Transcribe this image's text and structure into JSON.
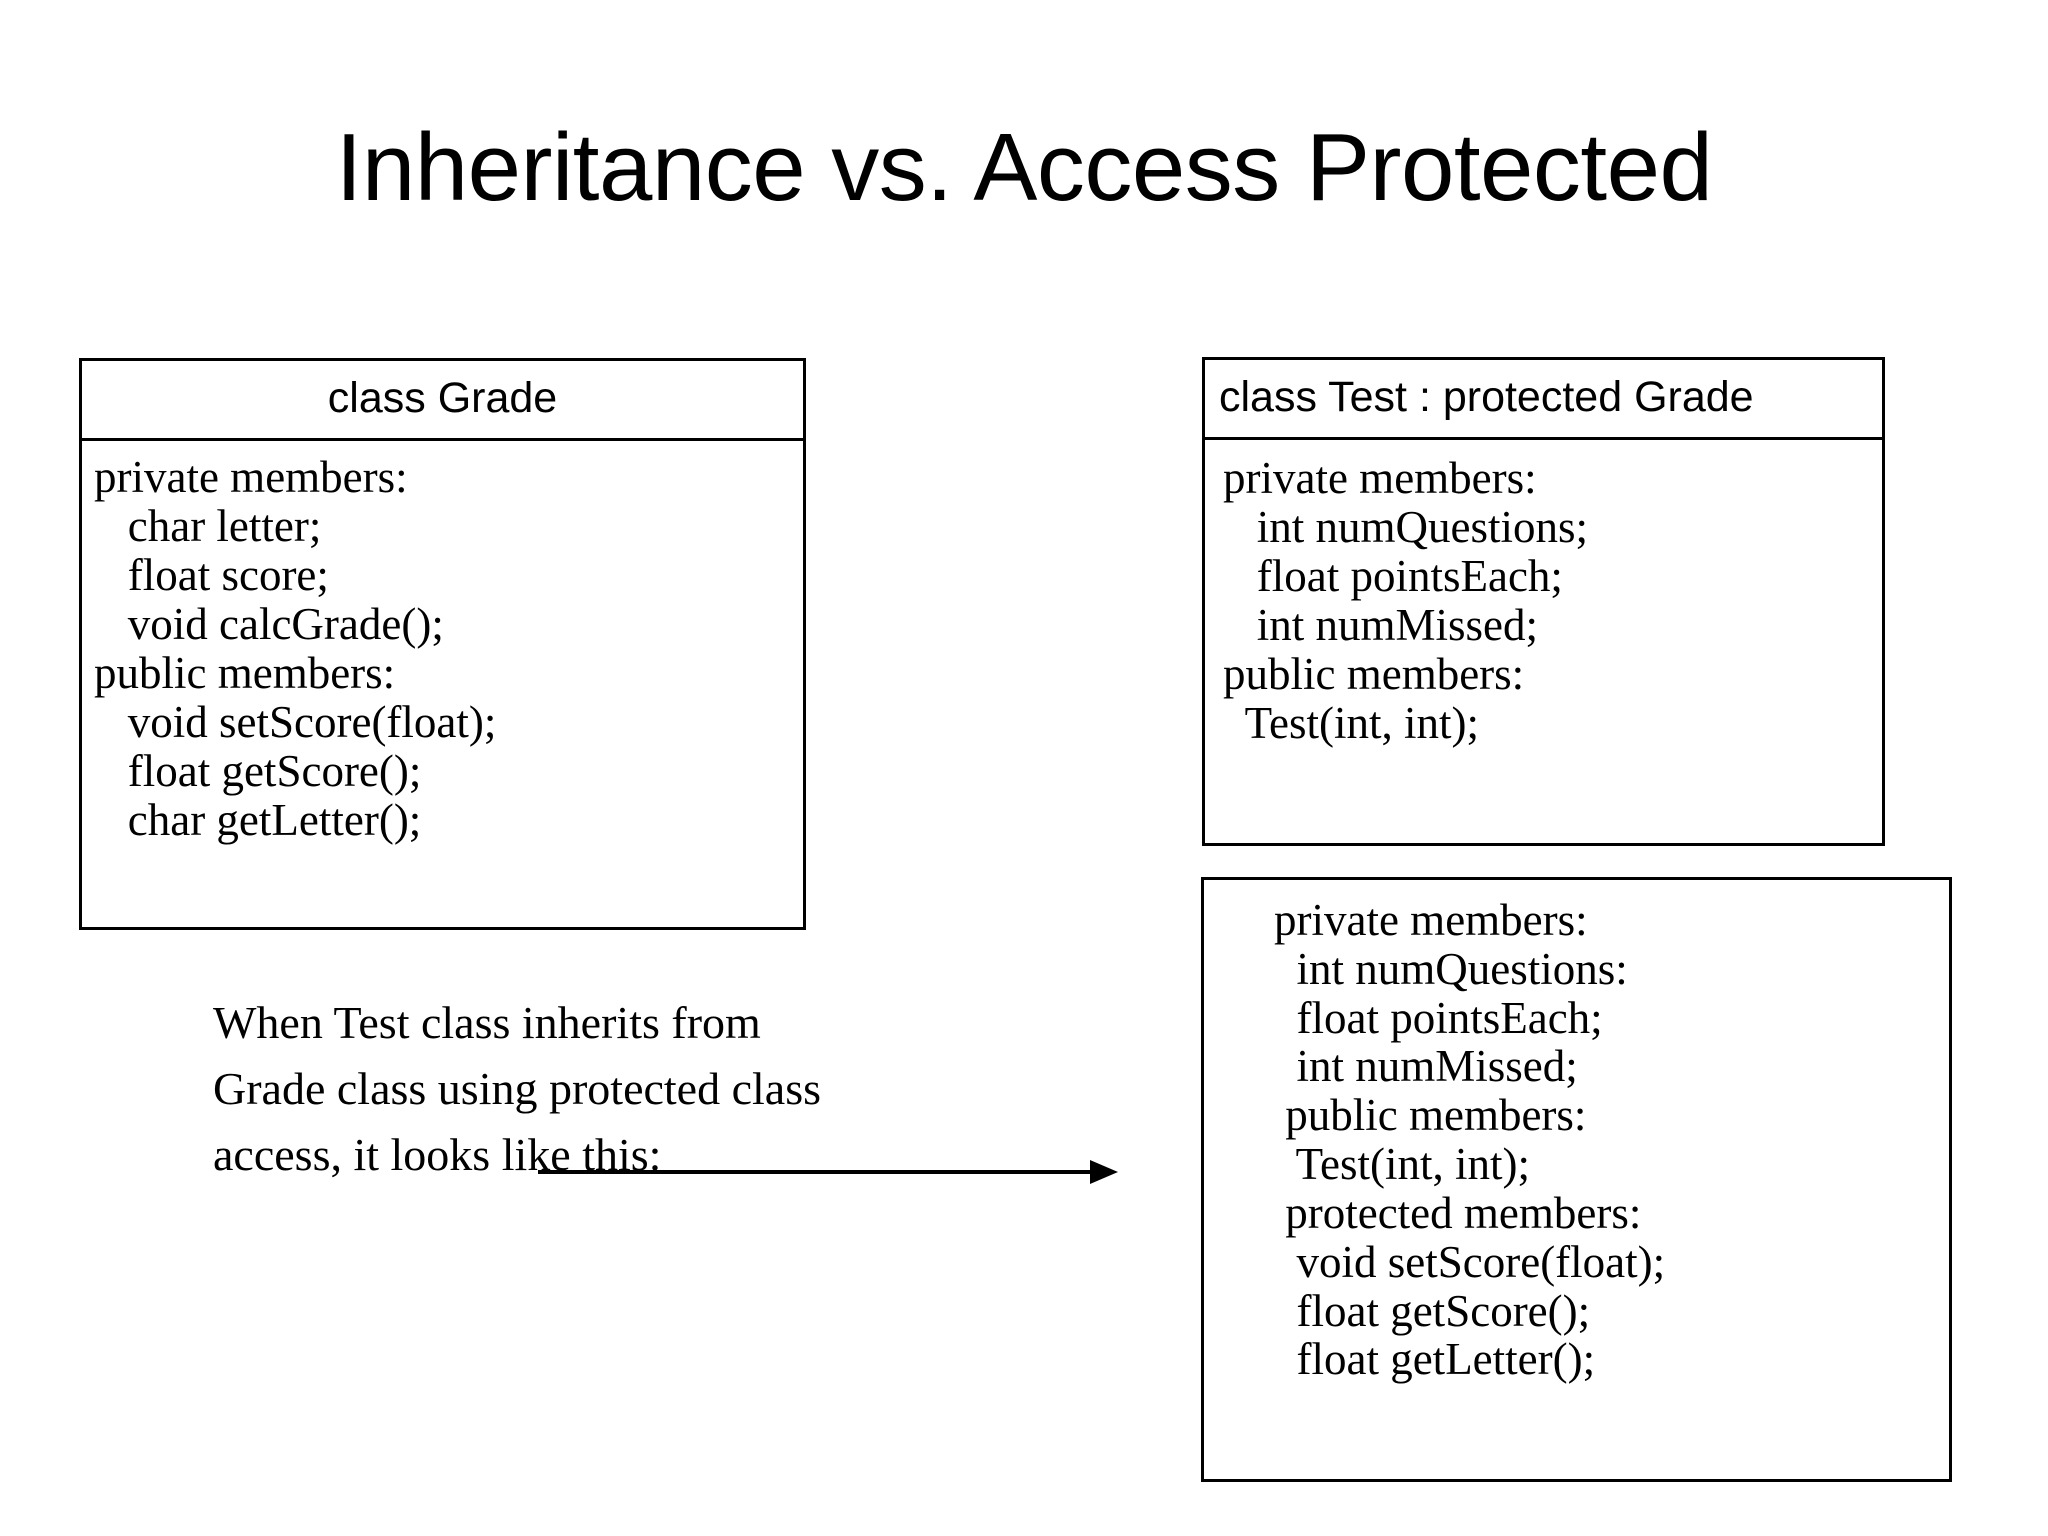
{
  "slide": {
    "title": "Inheritance vs. Access Protected",
    "background_color": "#ffffff",
    "text_color": "#000000",
    "border_color": "#000000"
  },
  "grade_box": {
    "header": "class Grade",
    "lines": [
      "private members:",
      "   char letter;",
      "   float score;",
      "   void calcGrade();",
      "public members:",
      "   void setScore(float);",
      "   float getScore();",
      "   char getLetter();"
    ]
  },
  "test_box": {
    "header": "class Test : protected Grade",
    "lines": [
      "private members:",
      "   int numQuestions;",
      "   float pointsEach;",
      "   int numMissed;",
      "public members:",
      "  Test(int, int);"
    ]
  },
  "result_box": {
    "lines": [
      "private members:",
      "  int numQuestions:",
      "  float pointsEach;",
      "  int numMissed;",
      " public members:",
      "  Test(int, int);",
      " protected members:",
      "  void setScore(float);",
      "  float getScore();",
      "  float getLetter();"
    ]
  },
  "caption": {
    "text": "When Test class inherits from Grade class using protected class access, it looks like this:"
  },
  "arrow": {
    "direction": "right",
    "color": "#000000"
  }
}
